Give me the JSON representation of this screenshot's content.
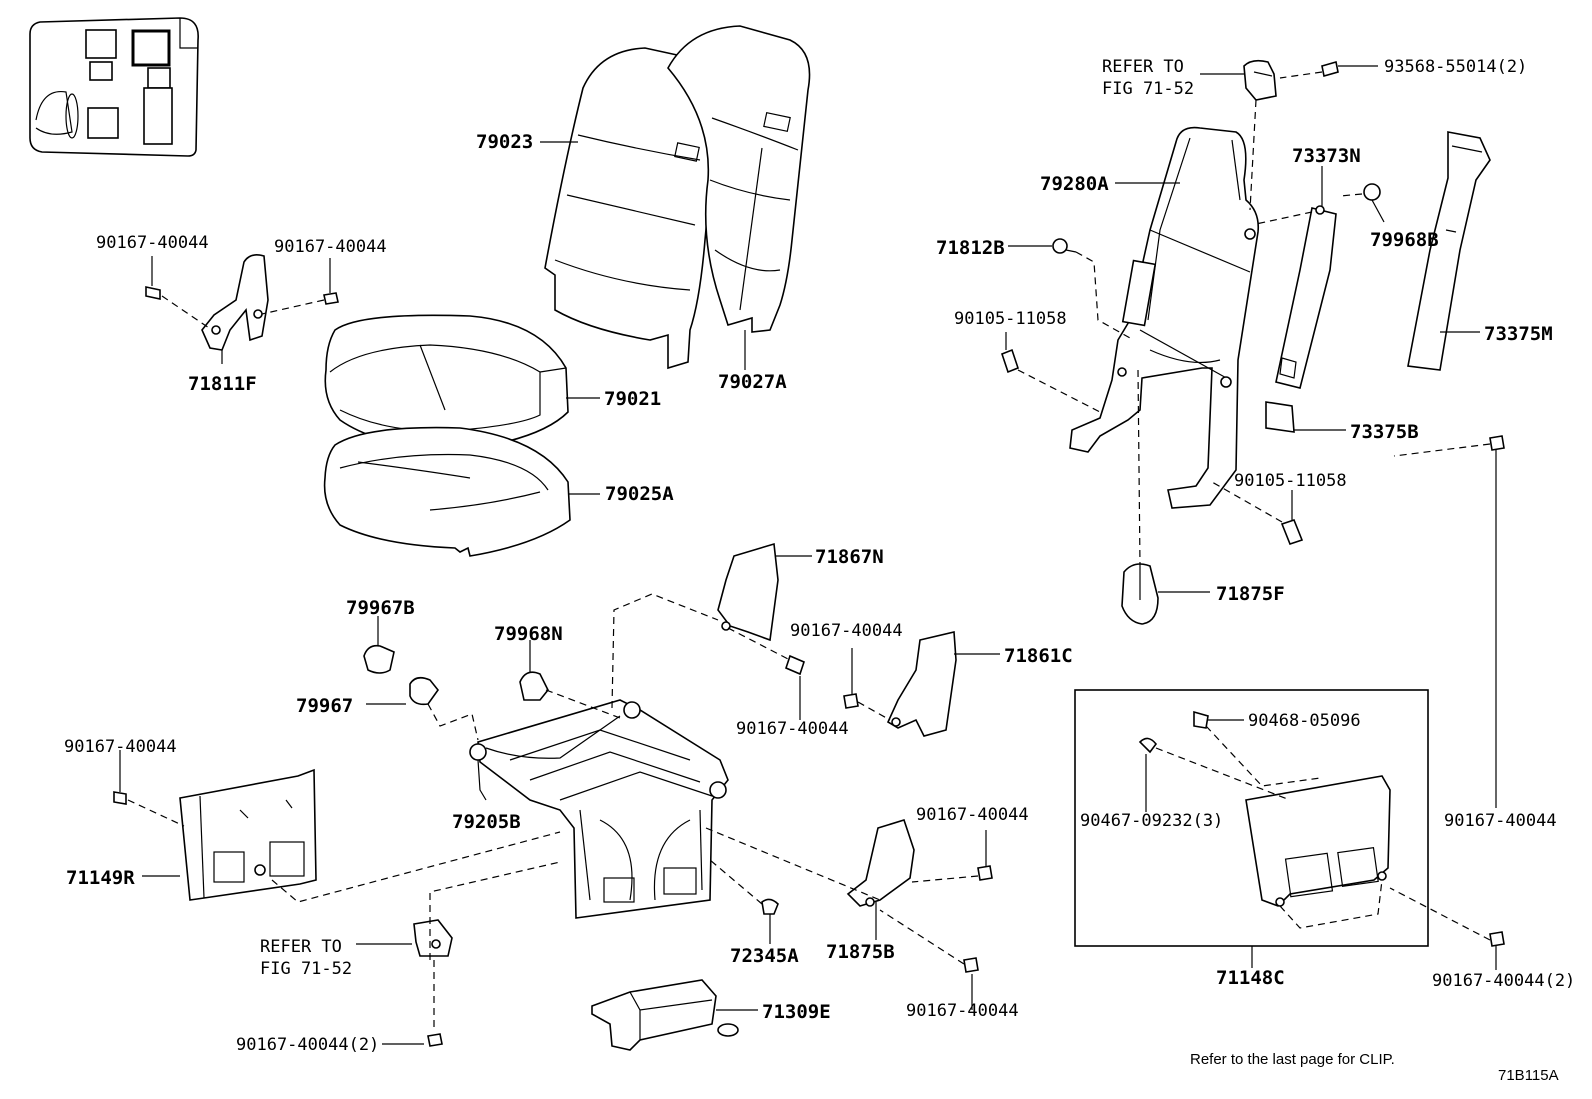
{
  "labels": {
    "p79023": "79023",
    "p79021": "79021",
    "p79025A": "79025A",
    "p79027A": "79027A",
    "p71811F": "71811F",
    "p90167_a": "90167-40044",
    "p90167_b": "90167-40044",
    "p79280A": "79280A",
    "p71812B": "71812B",
    "p90105_a": "90105-11058",
    "p90105_b": "90105-11058",
    "p73373N": "73373N",
    "p79968B": "79968B",
    "p73375M": "73375M",
    "p73375B": "73375B",
    "p93568": "93568-55014(2)",
    "refer1_line1": "REFER TO",
    "refer1_line2": "FIG 71-52",
    "p71875F": "71875F",
    "p71867N": "71867N",
    "p90167_c": "90167-40044",
    "p90167_d": "90167-40044",
    "p71861C": "71861C",
    "p79967B": "79967B",
    "p79968N": "79968N",
    "p79967": "79967",
    "p79205B": "79205B",
    "p90167_e": "90167-40044",
    "p71149R": "71149R",
    "refer2_line1": "REFER TO",
    "refer2_line2": "FIG 71-52",
    "p90167_f": "90167-40044(2)",
    "p72345A": "72345A",
    "p71875B": "71875B",
    "p90167_g": "90167-40044",
    "p90167_h": "90167-40044",
    "p71309E": "71309E",
    "p90468": "90468-05096",
    "p90467": "90467-09232(3)",
    "p90167_i": "90167-40044",
    "p90167_j": "90167-40044(2)",
    "p71148C": "71148C"
  },
  "footer": {
    "note": "Refer to the last page for CLIP.",
    "code": "71B115A"
  }
}
